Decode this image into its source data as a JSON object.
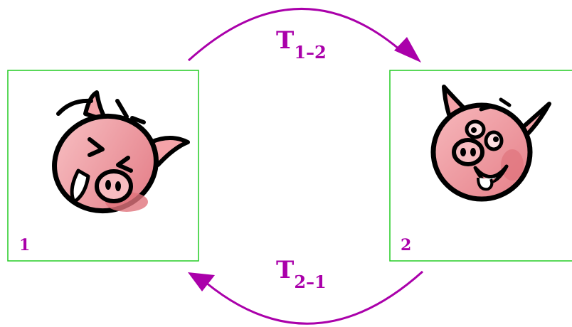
{
  "colors": {
    "frame_border": "#22cc22",
    "accent": "#aa00aa",
    "pig_skin": "#f4a3a8",
    "pig_shade": "#e0737c",
    "outline": "#000000"
  },
  "frames": [
    {
      "label": "1",
      "icon": "angry-pig-face"
    },
    {
      "label": "2",
      "icon": "happy-pig-face"
    }
  ],
  "transforms": [
    {
      "main": "T",
      "subscript": "1–2",
      "direction": "frame-1-to-frame-2"
    },
    {
      "main": "T",
      "subscript": "2–1",
      "direction": "frame-2-to-frame-1"
    }
  ]
}
